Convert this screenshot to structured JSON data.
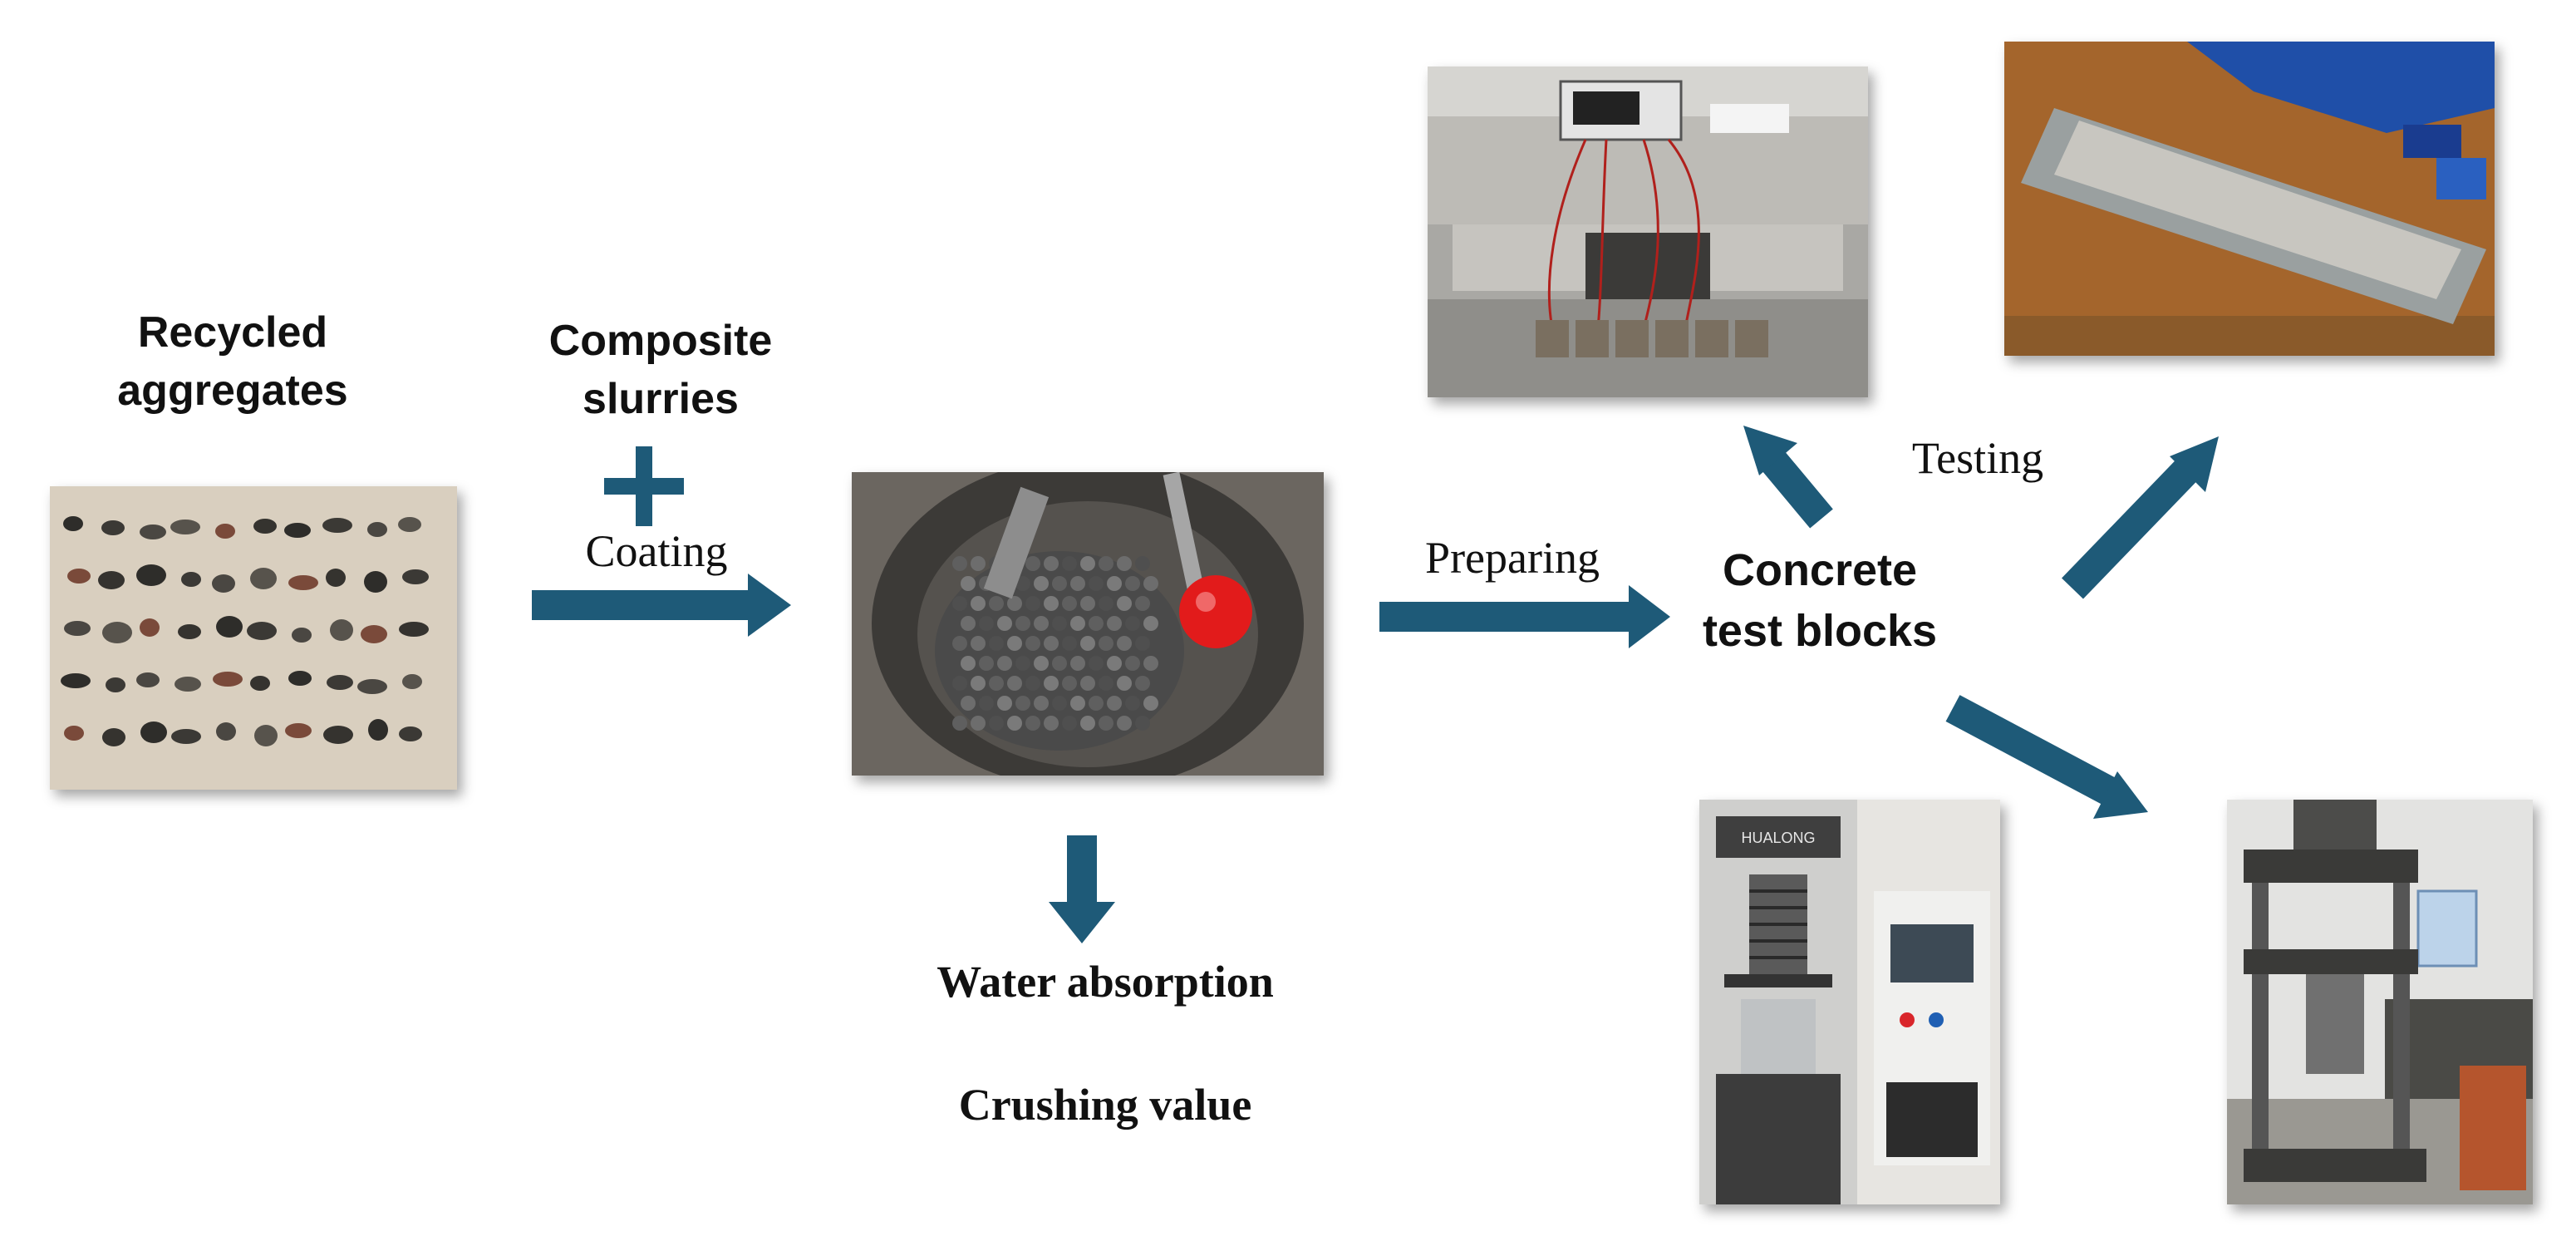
{
  "labels": {
    "recycled": "Recycled\naggregates",
    "composite": "Composite\nslurries",
    "coating": "Coating",
    "preparing": "Preparing",
    "concrete": "Concrete\ntest blocks",
    "testing": "Testing",
    "water_absorption": "Water absorption",
    "crushing_value": "Crushing value"
  },
  "machine_text": {
    "brand": "HUALONG"
  },
  "colors": {
    "arrow": "#1e5a78",
    "text": "#111111"
  }
}
